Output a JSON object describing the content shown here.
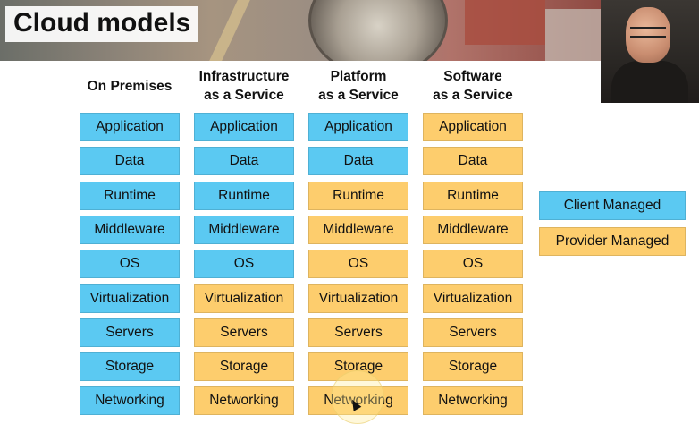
{
  "title": "Cloud models",
  "columns": [
    {
      "header": [
        "On Premises"
      ],
      "rows": [
        [
          "Application",
          "client"
        ],
        [
          "Data",
          "client"
        ],
        [
          "Runtime",
          "client"
        ],
        [
          "Middleware",
          "client"
        ],
        [
          "OS",
          "client"
        ],
        [
          "Virtualization",
          "client"
        ],
        [
          "Servers",
          "client"
        ],
        [
          "Storage",
          "client"
        ],
        [
          "Networking",
          "client"
        ]
      ]
    },
    {
      "header": [
        "Infrastructure",
        "as a Service"
      ],
      "rows": [
        [
          "Application",
          "client"
        ],
        [
          "Data",
          "client"
        ],
        [
          "Runtime",
          "client"
        ],
        [
          "Middleware",
          "client"
        ],
        [
          "OS",
          "client"
        ],
        [
          "Virtualization",
          "provider"
        ],
        [
          "Servers",
          "provider"
        ],
        [
          "Storage",
          "provider"
        ],
        [
          "Networking",
          "provider"
        ]
      ]
    },
    {
      "header": [
        "Platform",
        "as a Service"
      ],
      "rows": [
        [
          "Application",
          "client"
        ],
        [
          "Data",
          "client"
        ],
        [
          "Runtime",
          "provider"
        ],
        [
          "Middleware",
          "provider"
        ],
        [
          "OS",
          "provider"
        ],
        [
          "Virtualization",
          "provider"
        ],
        [
          "Servers",
          "provider"
        ],
        [
          "Storage",
          "provider"
        ],
        [
          "Networking",
          "provider"
        ]
      ]
    },
    {
      "header": [
        "Software",
        "as a Service"
      ],
      "rows": [
        [
          "Application",
          "provider"
        ],
        [
          "Data",
          "provider"
        ],
        [
          "Runtime",
          "provider"
        ],
        [
          "Middleware",
          "provider"
        ],
        [
          "OS",
          "provider"
        ],
        [
          "Virtualization",
          "provider"
        ],
        [
          "Servers",
          "provider"
        ],
        [
          "Storage",
          "provider"
        ],
        [
          "Networking",
          "provider"
        ]
      ]
    }
  ],
  "legend": [
    {
      "label": "Client Managed",
      "kind": "client"
    },
    {
      "label": "Provider Managed",
      "kind": "provider"
    }
  ],
  "colors": {
    "client": "#5bc9f2",
    "provider": "#fdcd6d"
  }
}
